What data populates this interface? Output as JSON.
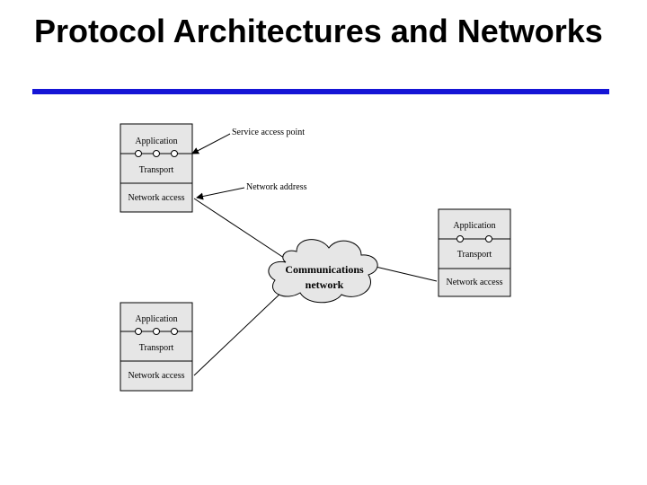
{
  "title": "Protocol Architectures and Networks",
  "callouts": {
    "service_access_point": "Service access point",
    "network_address": "Network address"
  },
  "cloud": {
    "line1": "Communications",
    "line2": "network"
  },
  "hosts": [
    {
      "layers": {
        "application": "Application",
        "transport": "Transport",
        "network_access": "Network access"
      }
    },
    {
      "layers": {
        "application": "Application",
        "transport": "Transport",
        "network_access": "Network access"
      }
    },
    {
      "layers": {
        "application": "Application",
        "transport": "Transport",
        "network_access": "Network access"
      }
    }
  ],
  "colors": {
    "rule": "#1515d6",
    "box_fill": "#e6e6e6"
  }
}
